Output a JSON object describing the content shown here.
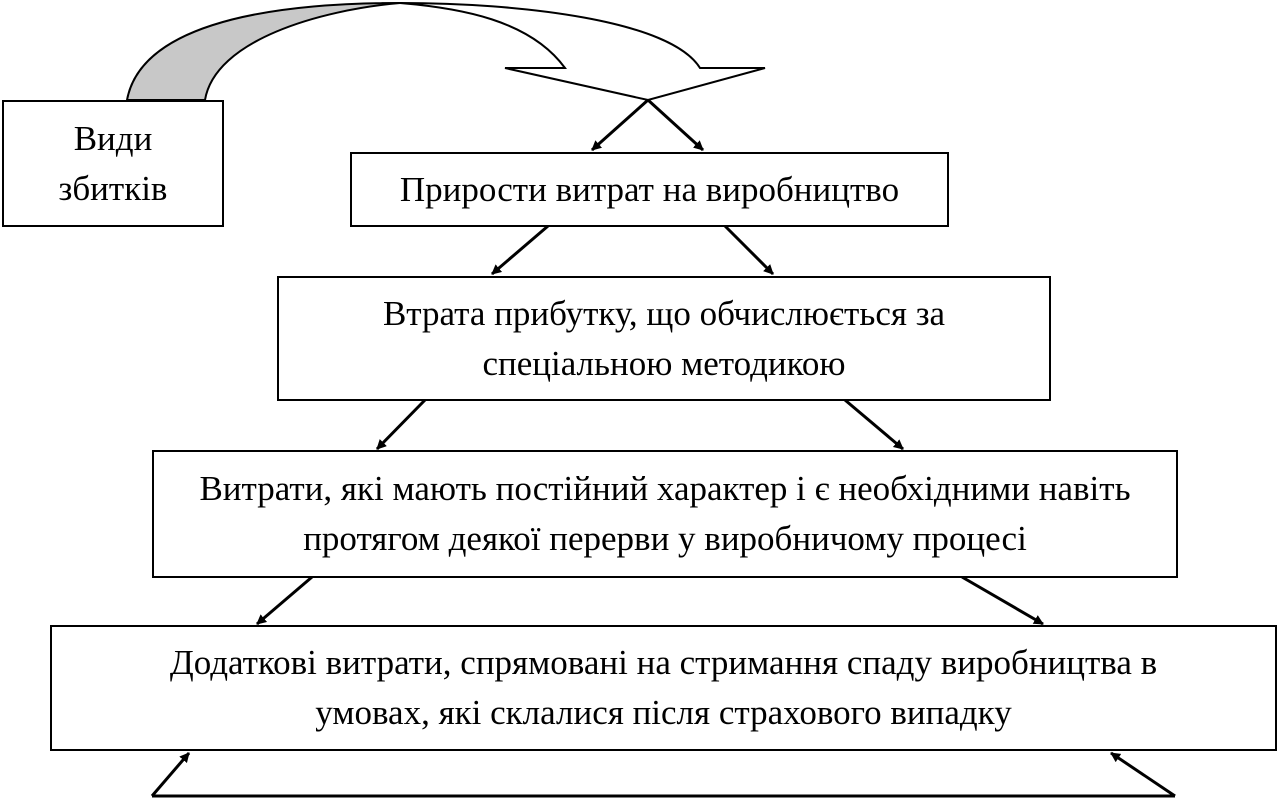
{
  "diagram": {
    "root": "Види збитків",
    "levels": [
      "Прирости витрат на виробництво",
      "Втрата прибутку, що обчислюється за спеціальною методикою",
      "Витрати, які мають постійний характер і є необхідними навіть протягом деякої перерви у виробничому процесі",
      "Додаткові витрати, спрямовані на стримання спаду виробництва в умовах, які склалися після страхового випадку"
    ],
    "colors": {
      "arrow_fill": "#c8c8c8",
      "stroke": "#000000"
    }
  }
}
